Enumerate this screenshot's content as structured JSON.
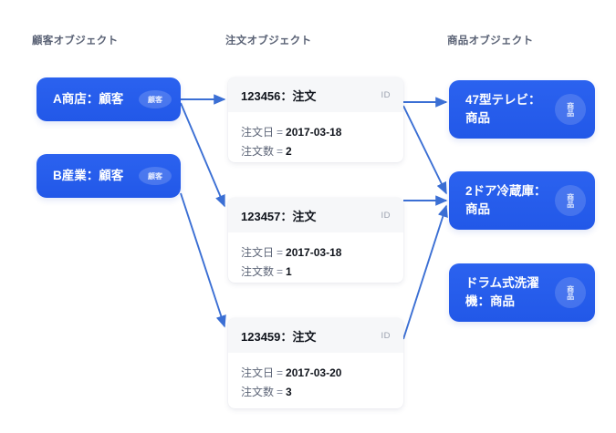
{
  "page": {
    "background": "#ffffff",
    "accent": "#2258e8",
    "link_color": "#3b6fd4"
  },
  "columns": [
    {
      "id": "customer",
      "header": "顧客オブジェクト"
    },
    {
      "id": "order",
      "header": "注文オブジェクト"
    },
    {
      "id": "product",
      "header": "商品オブジェクト"
    }
  ],
  "customers": [
    {
      "label": "A商店：顧客",
      "badge": "顧客"
    },
    {
      "label": "B産業：顧客",
      "badge": "顧客"
    }
  ],
  "orders": [
    {
      "title": "123456：注文",
      "id_label": "ID",
      "attributes": [
        {
          "key": "注文日",
          "eq": "=",
          "value": "2017-03-18"
        },
        {
          "key": "注文数",
          "eq": "=",
          "value": "2"
        }
      ]
    },
    {
      "title": "123457：注文",
      "id_label": "ID",
      "attributes": [
        {
          "key": "注文日",
          "eq": "=",
          "value": "2017-03-18"
        },
        {
          "key": "注文数",
          "eq": "=",
          "value": "1"
        }
      ]
    },
    {
      "title": "123459：注文",
      "id_label": "ID",
      "attributes": [
        {
          "key": "注文日",
          "eq": "=",
          "value": "2017-03-20"
        },
        {
          "key": "注文数",
          "eq": "=",
          "value": "3"
        }
      ]
    }
  ],
  "products": [
    {
      "label": "47型テレビ：商品",
      "badge": "商品"
    },
    {
      "label": "2ドア冷蔵庫：商品",
      "badge": "商品"
    },
    {
      "label": "ドラム式洗濯機：商品",
      "badge": "商品"
    }
  ],
  "connections": [
    {
      "from": "A商店：顧客",
      "to": "123456：注文"
    },
    {
      "from": "A商店：顧客",
      "to": "123457：注文"
    },
    {
      "from": "B産業：顧客",
      "to": "123459：注文"
    },
    {
      "from": "123456：注文",
      "to": "47型テレビ：商品"
    },
    {
      "from": "123456：注文",
      "to": "2ドア冷蔵庫：商品"
    },
    {
      "from": "123457：注文",
      "to": "2ドア冷蔵庫：商品"
    },
    {
      "from": "123459：注文",
      "to": "2ドア冷蔵庫：商品"
    }
  ]
}
